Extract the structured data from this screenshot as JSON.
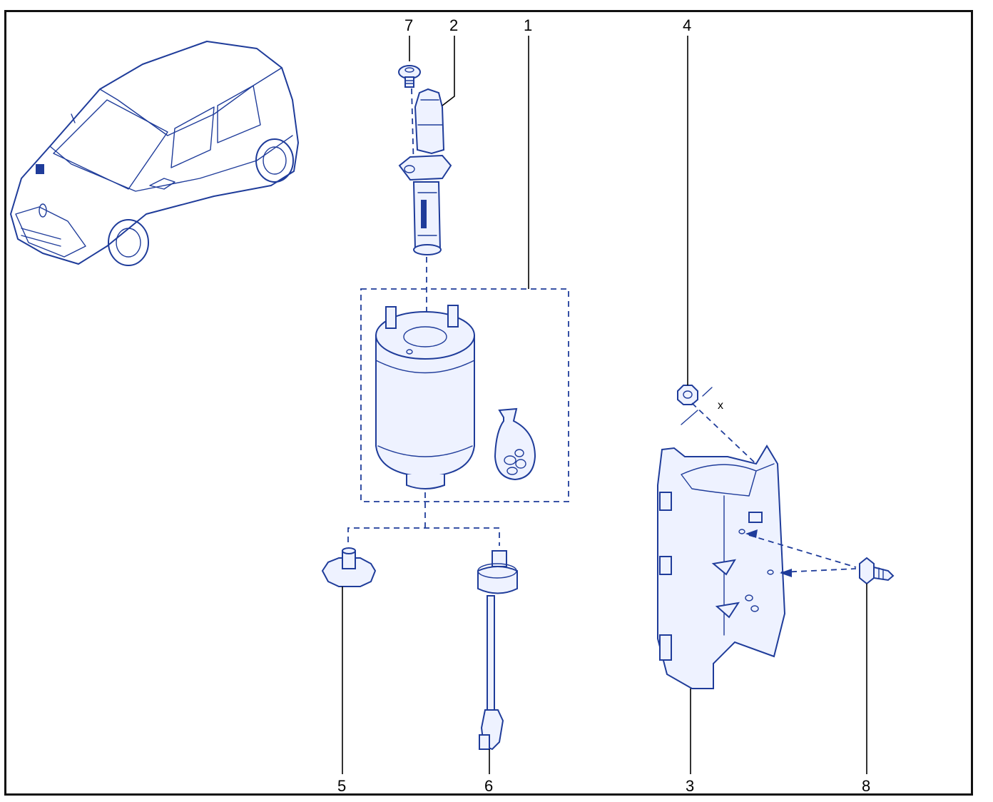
{
  "diagram": {
    "callouts": [
      {
        "id": "7",
        "label": "7"
      },
      {
        "id": "2",
        "label": "2"
      },
      {
        "id": "1",
        "label": "1"
      },
      {
        "id": "4",
        "label": "4"
      },
      {
        "id": "5",
        "label": "5"
      },
      {
        "id": "6",
        "label": "6"
      },
      {
        "id": "3",
        "label": "3"
      },
      {
        "id": "8",
        "label": "8"
      }
    ],
    "dimension_label": "x",
    "colors": {
      "line_art": "#1f3c9a",
      "frame": "#111111",
      "callout_text": "#000000"
    }
  }
}
